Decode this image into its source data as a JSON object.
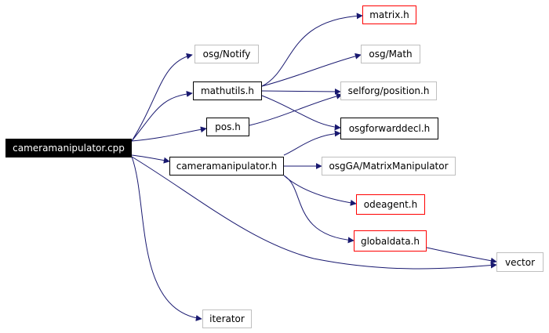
{
  "graph": {
    "edge_color": "#191970",
    "nodes": {
      "root": {
        "label": "cameramanipulator.cpp",
        "style": "root"
      },
      "notify": {
        "label": "osg/Notify",
        "style": "grey"
      },
      "mathutils": {
        "label": "mathutils.h",
        "style": "normal"
      },
      "pos": {
        "label": "pos.h",
        "style": "normal"
      },
      "cammanip_h": {
        "label": "cameramanipulator.h",
        "style": "normal"
      },
      "iterator": {
        "label": "iterator",
        "style": "grey"
      },
      "matrix": {
        "label": "matrix.h",
        "style": "red"
      },
      "osgmath": {
        "label": "osg/Math",
        "style": "grey"
      },
      "position": {
        "label": "selforg/position.h",
        "style": "grey"
      },
      "fwddecl": {
        "label": "osgforwarddecl.h",
        "style": "normal"
      },
      "matrixmanip": {
        "label": "osgGA/MatrixManipulator",
        "style": "grey"
      },
      "odeagent": {
        "label": "odeagent.h",
        "style": "red"
      },
      "globaldata": {
        "label": "globaldata.h",
        "style": "red"
      },
      "vector": {
        "label": "vector",
        "style": "grey"
      }
    },
    "edges": [
      [
        "root",
        "notify"
      ],
      [
        "root",
        "mathutils"
      ],
      [
        "root",
        "pos"
      ],
      [
        "root",
        "cammanip_h"
      ],
      [
        "root",
        "iterator"
      ],
      [
        "root",
        "vector"
      ],
      [
        "mathutils",
        "matrix"
      ],
      [
        "mathutils",
        "osgmath"
      ],
      [
        "mathutils",
        "position"
      ],
      [
        "mathutils",
        "fwddecl"
      ],
      [
        "pos",
        "position"
      ],
      [
        "cammanip_h",
        "fwddecl"
      ],
      [
        "cammanip_h",
        "matrixmanip"
      ],
      [
        "cammanip_h",
        "odeagent"
      ],
      [
        "cammanip_h",
        "globaldata"
      ],
      [
        "globaldata",
        "vector"
      ]
    ]
  }
}
